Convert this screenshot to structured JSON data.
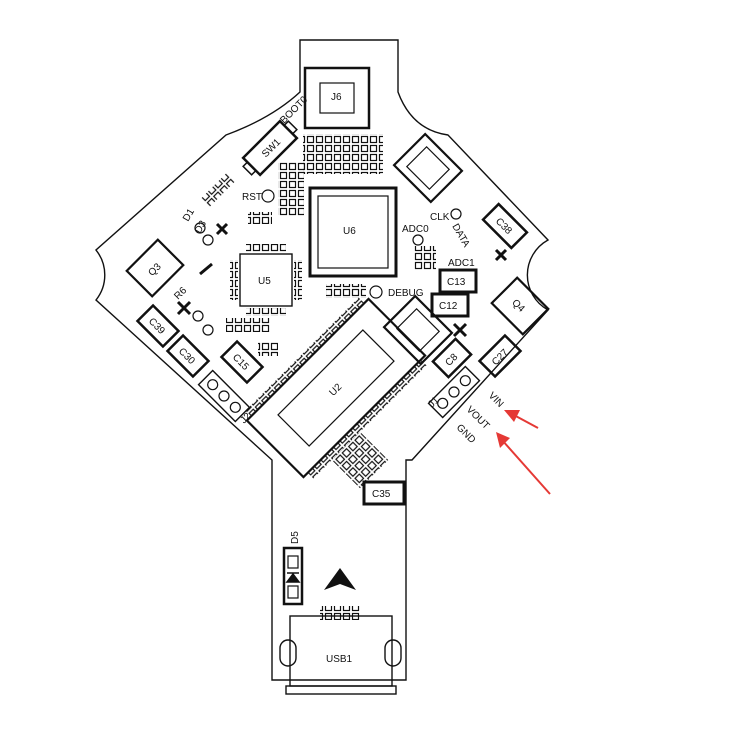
{
  "colors": {
    "outline": "#111111",
    "silk": "#111111",
    "arrow": "#e53935",
    "background": "#ffffff"
  },
  "labels": {
    "boot0": "BOOT0",
    "j6": "J6",
    "sw1": "SW1",
    "rst": "RST",
    "u6": "U6",
    "u5": "U5",
    "u2": "U2",
    "usb1": "USB1",
    "d5": "D5",
    "d1": "D1",
    "d3": "D3",
    "q3": "Q3",
    "q4": "Q4",
    "r6": "R6",
    "clk": "CLK",
    "data": "DATA",
    "adc0": "ADC0",
    "adc1": "ADC1",
    "debug": "DEBUG",
    "c13": "C13",
    "c12": "C12",
    "c38": "C38",
    "c39": "C39",
    "c30": "C30",
    "c15": "C15",
    "c8": "C8",
    "c27": "C27",
    "c35": "C35",
    "j1": "J1",
    "j2": "J2",
    "vin": "VIN",
    "vout": "VOUT",
    "gnd": "GND"
  },
  "icons": [
    "pcb-outline",
    "orientation-arrow-icon",
    "annotation-arrow-icon",
    "diode-icon"
  ]
}
